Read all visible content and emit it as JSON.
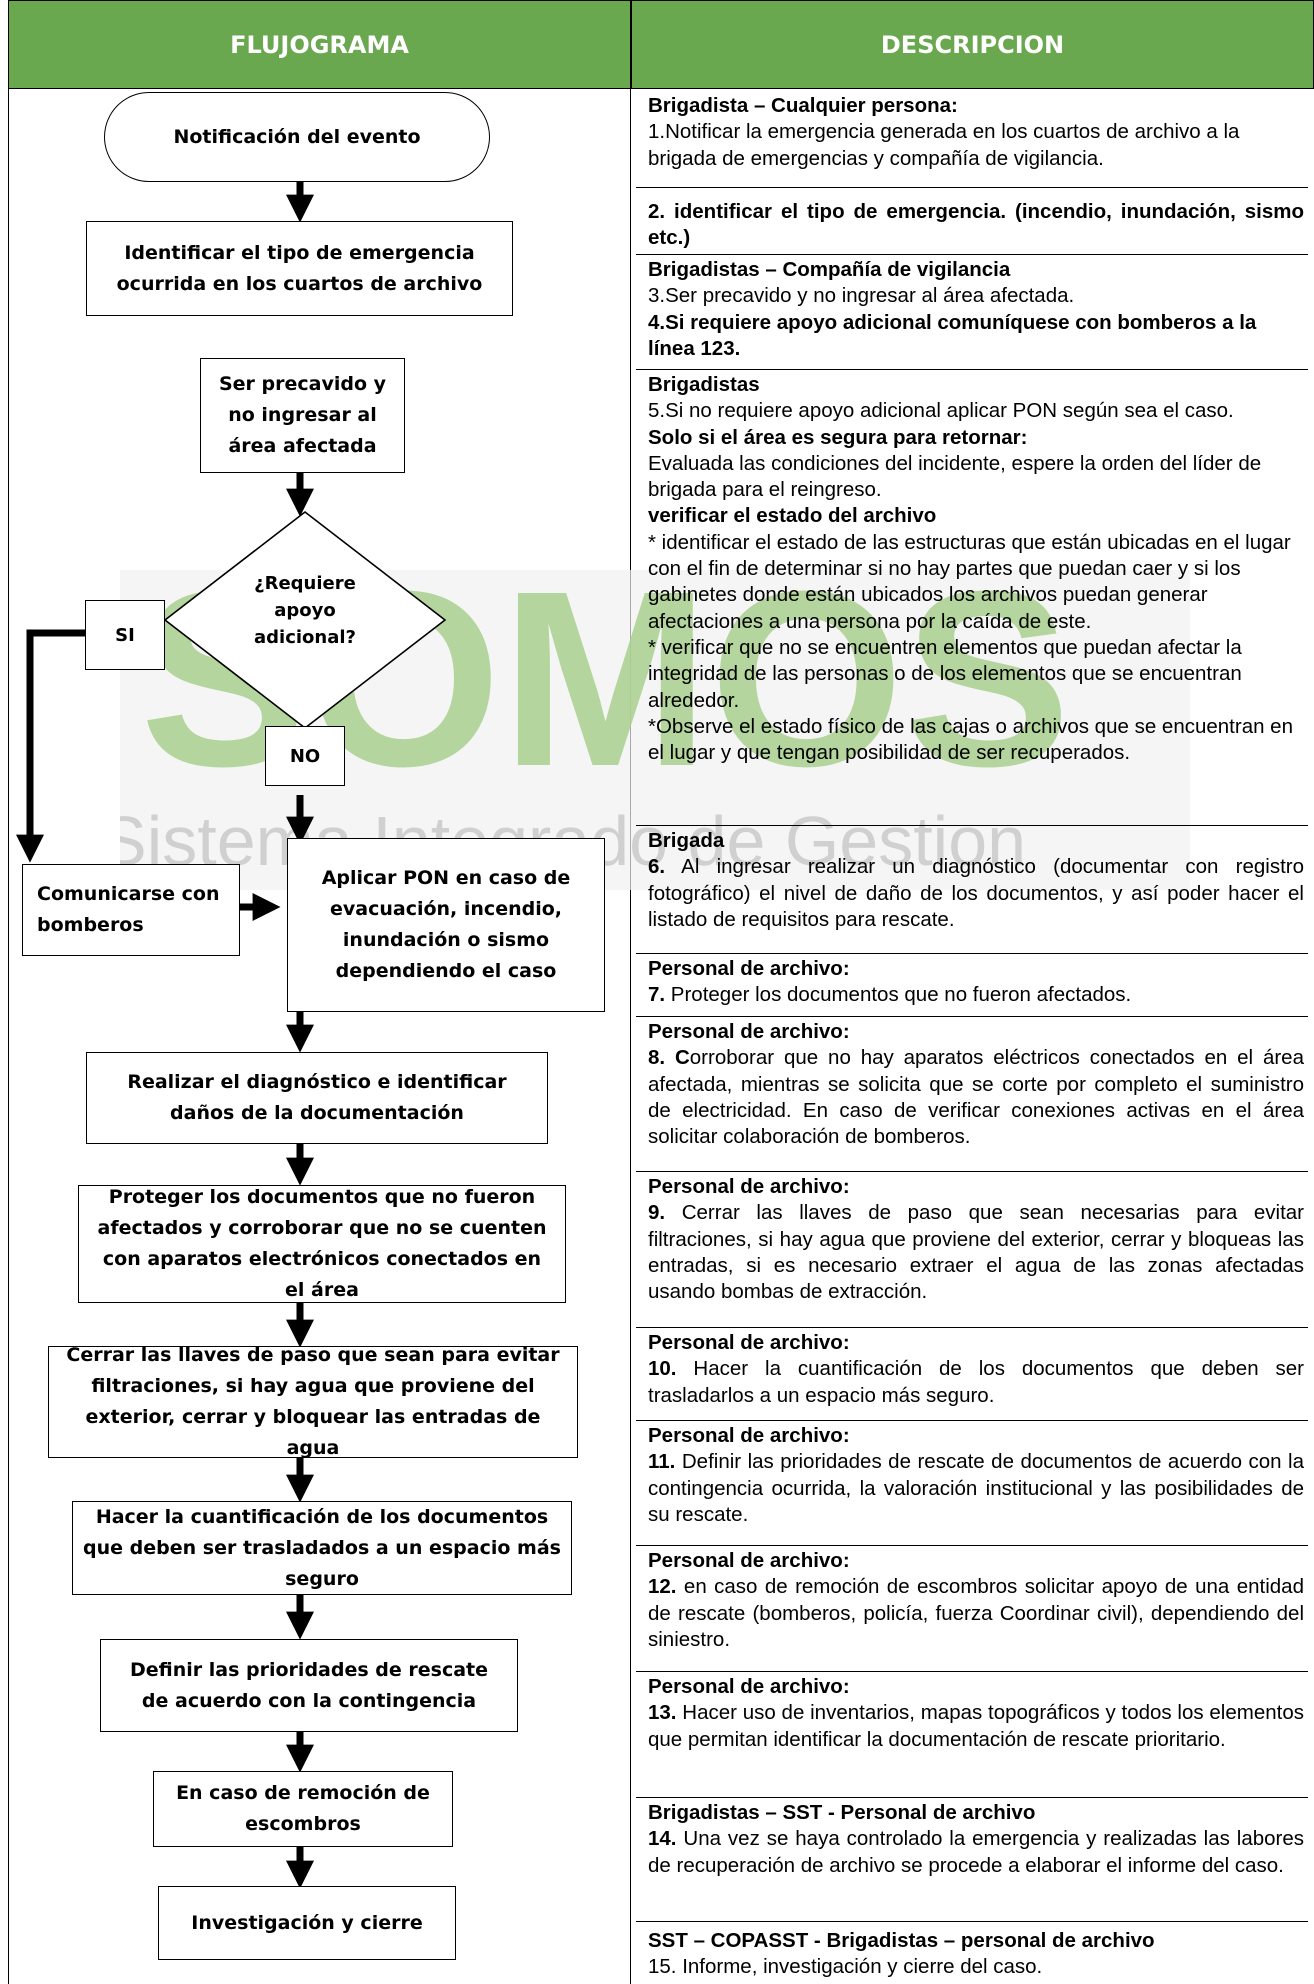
{
  "header": {
    "left": "FLUJOGRAMA",
    "right": "DESCRIPCION"
  },
  "watermark": {
    "text1": "SOMOS",
    "text2": "Sistema Integrado de Gestion"
  },
  "flow": {
    "n1": "Notificación del evento",
    "n2": "Identificar el tipo de emergencia ocurrida en los cuartos de archivo",
    "n3": "Ser precavido y no ingresar al área afectada",
    "n4": "¿Requiere apoyo adicional?",
    "si": "SI",
    "no": "NO",
    "n5": "Comunicarse con bomberos",
    "n6": "Aplicar PON en caso de evacuación, incendio, inundación o sismo dependiendo el caso",
    "n7": "Realizar el diagnóstico e identificar daños de la documentación",
    "n8": "Proteger los documentos que no fueron afectados y corroborar que no se cuenten con aparatos electrónicos conectados en el área",
    "n9": "Cerrar las llaves de paso que sean para evitar filtraciones, si hay agua que proviene del exterior, cerrar y bloquear las entradas de agua",
    "n10": "Hacer la cuantificación de los documentos que deben ser trasladados a un espacio más seguro",
    "n11": "Definir las prioridades de rescate de acuerdo con la contingencia",
    "n12": "En caso de remoción de escombros",
    "n13": "Investigación y cierre"
  },
  "desc": {
    "r1_title": "Brigadista – Cualquier persona:",
    "r1_body": "1.Notificar la emergencia generada en los cuartos de archivo a la brigada de emergencias y compañía de vigilancia.",
    "r2_title": "2. identificar el tipo de emergencia. (incendio, inundación, sismo etc.)",
    "r3_title": "Brigadistas – Compañía de vigilancia",
    "r3_body": "3.Ser precavido y no ingresar al área afectada.",
    "r3_bold": "4.Si requiere apoyo adicional comuníquese con bomberos a la línea 123.",
    "r4_title": "Brigadistas",
    "r4_body1": "5.Si no requiere apoyo adicional aplicar PON según sea el caso.",
    "r4_sub1": "Solo si el área es segura para retornar:",
    "r4_body2": "Evaluada las condiciones del incidente, espere la orden del líder de brigada para el reingreso.",
    "r4_sub2": "verificar el estado del archivo",
    "r4_body3": "* identificar el estado de las estructuras que están ubicadas en el lugar con el fin de determinar si no hay partes que puedan caer y si los gabinetes donde están ubicados los archivos puedan generar afectaciones a una persona por la caída de este.",
    "r4_body4": "* verificar que no se encuentren elementos que puedan afectar la integridad de las personas o de los elementos que se encuentran alrededor.",
    "r4_body5": "*Observe el estado físico de las cajas o archivos que se encuentran en el lugar y que tengan posibilidad de ser recuperados.",
    "r5_title": "Brigada",
    "r5_num": "6.",
    "r5_body": " Al ingresar realizar un diagnóstico (documentar con registro fotográfico) el nivel de daño de los documentos, y así poder hacer el listado de requisitos para rescate.",
    "r6_title": "Personal de archivo:",
    "r6_num": "7.",
    "r6_body": " Proteger los documentos que no fueron afectados.",
    "r7_title": "Personal de archivo:",
    "r7_num": "8. C",
    "r7_body": "orroborar que no hay aparatos eléctricos conectados en el área afectada, mientras se solicita que se corte por completo el suministro de electricidad. En caso de verificar conexiones activas en el área solicitar colaboración de bomberos.",
    "r8_title": "Personal de archivo:",
    "r8_num": "9.",
    "r8_body": " Cerrar las llaves de paso que sean necesarias para evitar filtraciones, si hay agua que proviene del exterior, cerrar y bloqueas las entradas, si es necesario extraer el agua de las zonas afectadas usando bombas de extracción.",
    "r9_title": "Personal de archivo:",
    "r9_num": "10.",
    "r9_body": " Hacer la cuantificación de los documentos que deben ser trasladarlos a un espacio más seguro.",
    "r10_title": "Personal de archivo:",
    "r10_num": "11.",
    "r10_body": " Definir las prioridades de rescate de documentos de acuerdo con la contingencia ocurrida, la valoración institucional y las posibilidades de su rescate.",
    "r11_title": "Personal de archivo:",
    "r11_num": "12.",
    "r11_body": " en caso de remoción de escombros solicitar apoyo de una entidad de rescate (bomberos, policía, fuerza Coordinar civil), dependiendo del siniestro.",
    "r12_title": "Personal de archivo:",
    "r12_num": "13.",
    "r12_body": " Hacer uso de inventarios, mapas topográficos y todos los elementos que permitan identificar la documentación de rescate prioritario.",
    "r13_title": "Brigadistas – SST - Personal de archivo",
    "r13_num": "14.",
    "r13_body": " Una vez se haya controlado la emergencia y realizadas las labores de recuperación de archivo se procede a elaborar el informe del caso.",
    "r14_title": "SST – COPASST - Brigadistas – personal de archivo",
    "r14_body": "15. Informe, investigación y cierre del caso."
  }
}
